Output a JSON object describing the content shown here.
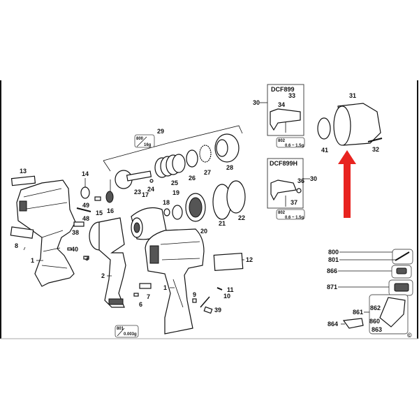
{
  "diagram": {
    "callouts": [
      "13",
      "14",
      "49",
      "48",
      "15",
      "16",
      "38",
      "8",
      "40",
      "1",
      "3",
      "2",
      "23",
      "24",
      "25",
      "26",
      "27",
      "28",
      "17",
      "18",
      "19",
      "20",
      "21",
      "22",
      "12",
      "1",
      "9",
      "11",
      "10",
      "39",
      "7",
      "6",
      "29",
      "31",
      "41",
      "32",
      "30",
      "33",
      "34",
      "36",
      "30",
      "37",
      "800",
      "801",
      "866",
      "871",
      "862",
      "861",
      "860",
      "863",
      "864"
    ],
    "models": {
      "dcf899": "DCF899",
      "dcf899h": "DCF899H"
    },
    "lube_tags": {
      "grease_800": {
        "code": "800",
        "amount": "16g"
      },
      "grease_801": {
        "code": "801",
        "amount": "0.003g"
      },
      "grease_802a": {
        "code": "802",
        "amount": "0.6 ~ 1.5g"
      },
      "grease_802b": {
        "code": "802",
        "amount": "0.6 ~ 1.5g"
      }
    },
    "copyright": "©",
    "colors": {
      "arrow": "#e8231f",
      "line": "#111111"
    }
  }
}
